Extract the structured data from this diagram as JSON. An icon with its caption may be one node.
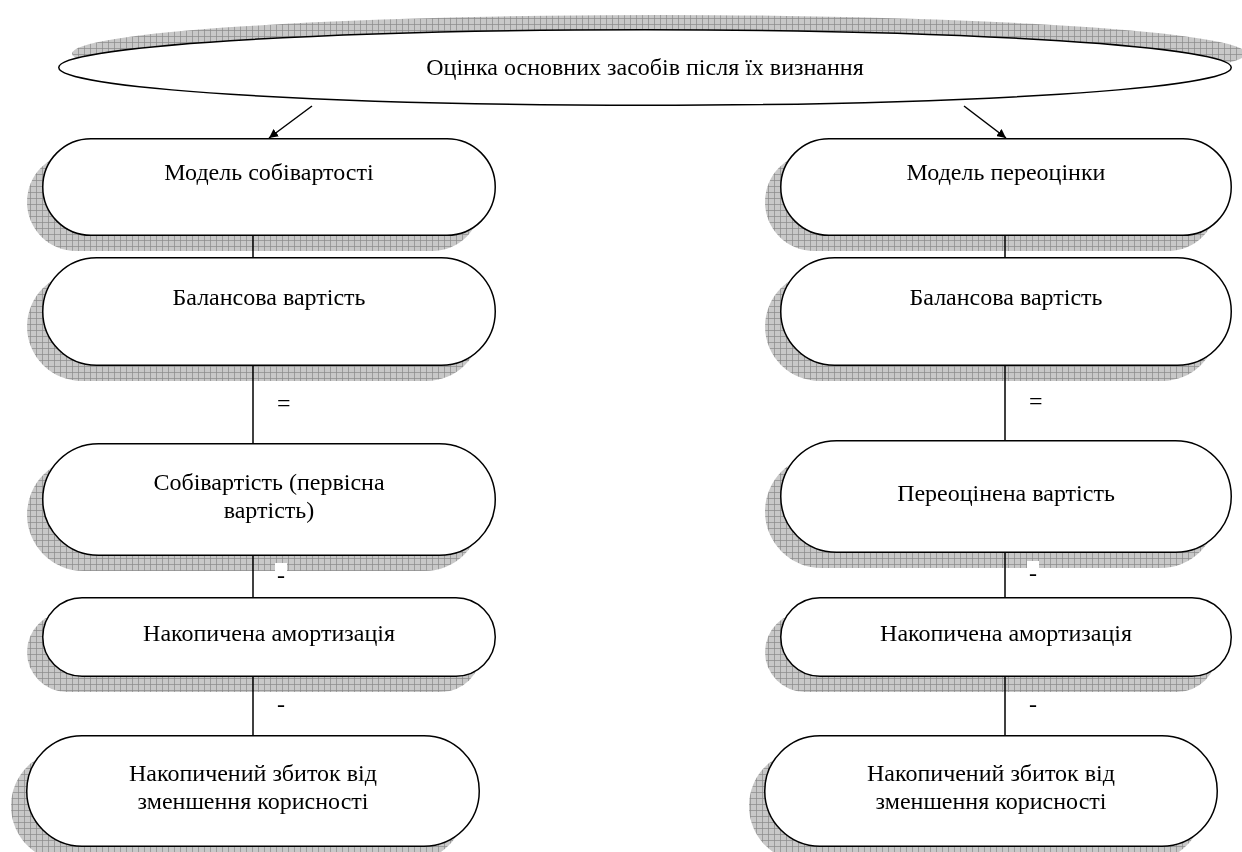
{
  "diagram": {
    "nodes": [
      {
        "text": [
          "Оцінка основних засобів після їх визнання"
        ]
      },
      {
        "text": [
          "Модель собівартості"
        ]
      },
      {
        "text": [
          "Балансова вартість"
        ]
      },
      {
        "text": [
          "Собівартість (первісна вартість)"
        ]
      },
      {
        "text": [
          "Накопичена амортизація"
        ]
      },
      {
        "text": [
          "Накопичений збиток від зменшення корисності"
        ]
      },
      {
        "text": [
          "Модель переоцінки"
        ]
      },
      {
        "text": [
          "Балансова вартість"
        ]
      },
      {
        "text": [
          "Переоцінена вартість"
        ]
      },
      {
        "text": [
          "Накопичена амортизація"
        ]
      },
      {
        "text": [
          "Накопичений збиток від зменшення корисності"
        ]
      }
    ],
    "edges": [
      {
        "from": 0,
        "to": 1,
        "arrow": "to"
      },
      {
        "from": 0,
        "to": 6,
        "arrow": "to"
      },
      {
        "from": 1,
        "to": 2,
        "arrow": "none"
      },
      {
        "from": 2,
        "to": 3,
        "arrow": "none",
        "label": "="
      },
      {
        "from": 3,
        "to": 4,
        "arrow": "none",
        "label": "-"
      },
      {
        "from": 4,
        "to": 5,
        "arrow": "none",
        "label": "-"
      },
      {
        "from": 6,
        "to": 7,
        "arrow": "none"
      },
      {
        "from": 7,
        "to": 8,
        "arrow": "none",
        "label": "="
      },
      {
        "from": 8,
        "to": 9,
        "arrow": "none",
        "label": "-"
      },
      {
        "from": 9,
        "to": 10,
        "arrow": "none",
        "label": "-"
      }
    ]
  }
}
